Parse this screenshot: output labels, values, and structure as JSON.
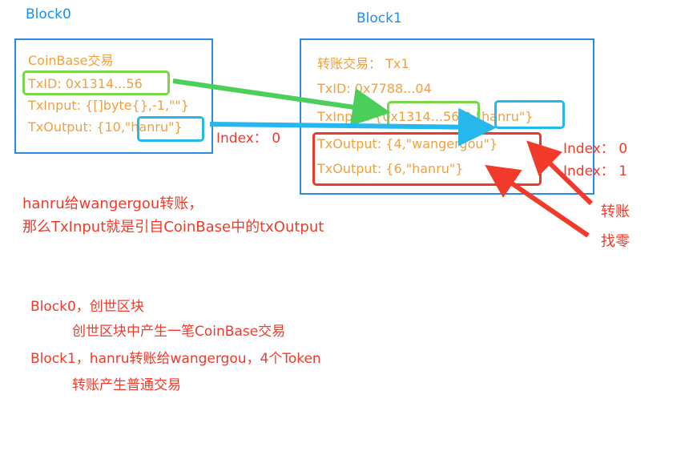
{
  "block0": {
    "title": "Block0",
    "lines": [
      "CoinBase交易",
      "TxID: 0x1314...56",
      "TxInput: {[]byte{},-1,\"\"}",
      "TxOutput: {10,\"hanru\"}"
    ],
    "index_label": "Index：  0"
  },
  "block1": {
    "title": "Block1",
    "lines": [
      "转账交易：  Tx1",
      "TxID: 0x7788...04",
      "TxInput: {0x1314...56,0,\"hanru\"}",
      "TxOutput: {4,\"wangergou\"}",
      "TxOutput: {6,\"hanru\"}"
    ],
    "index_labels": [
      "Index：  0",
      "Index：  1"
    ]
  },
  "labels": {
    "transfer": "转账",
    "change": "找零"
  },
  "note": [
    "hanru给wangergou转账，",
    "那么TxInput就是引自CoinBase中的txOutput"
  ],
  "summary": [
    "Block0，创世区块",
    "创世区块中产生一笔CoinBase交易",
    "Block1，hanru转账给wangergou，4个Token",
    "转账产生普通交易"
  ],
  "colors": {
    "block_border": "#2a8ae0",
    "green": "#7bd64a",
    "cyan": "#26b8ec",
    "red": "#ea3a2a",
    "orange_text": "#f0a040"
  }
}
